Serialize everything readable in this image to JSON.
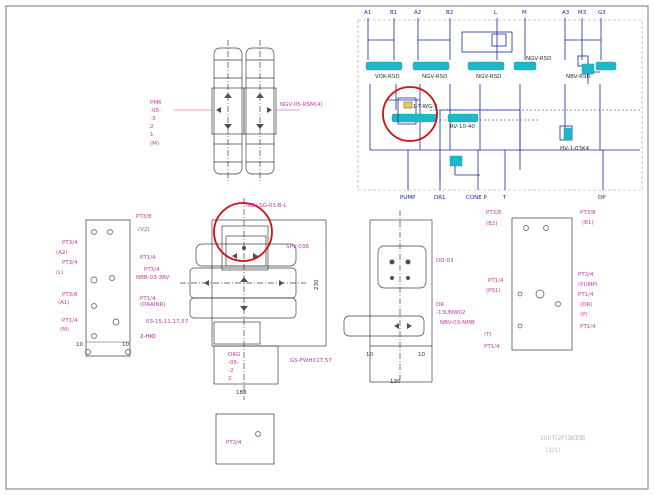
{
  "schematic": {
    "ports_top": [
      "A1",
      "B1",
      "A2",
      "B2",
      "L",
      "M",
      "A3",
      "M3",
      "G3"
    ],
    "ports_bottom": [
      "PUMP",
      "DR1",
      "CONE P",
      "T",
      "DP"
    ],
    "components": {
      "valve_row": [
        "VOK-RSD",
        "NGV-RSD",
        "NGV-RSD",
        "NGV-RSD",
        "NBV-RSD"
      ],
      "module_label": "V-41-T-WG-T",
      "relief_label": "RV-10-40",
      "cartridge": "HV-1-03K4"
    }
  },
  "top_stack": {
    "left_labels": [
      "PM6",
      "-05-",
      "-3",
      "2",
      "1",
      "(M)"
    ],
    "right_label": "NGV-05-RSM(4)"
  },
  "left_block": {
    "labels": [
      "PT3/8",
      "(V2)",
      "PT3/4",
      "(A2)",
      "PT3/4",
      "(L)",
      "PT3/8",
      "(A1)",
      "PT1/4",
      "(M)",
      "PT1/4",
      "(DRAINR)",
      "PT1/4"
    ],
    "bottom": "2-HIO",
    "dims": [
      "10",
      "10"
    ]
  },
  "center_assembly": {
    "top_label": "NBV-SG-03-B-L",
    "right_label": "SPV-03B",
    "label_mid1": "PT3/4",
    "label_mid2": "NBB-03-3RV",
    "side_dim": "230",
    "bottom_labels": [
      "03-15,11,17,57",
      "2-HIO",
      "ORG",
      "-05-",
      "-2",
      "2"
    ],
    "bottom_dim": "188",
    "bottom_right": "GS-FWHX1T,57"
  },
  "right_center": {
    "labels": [
      "DD-03",
      "DR",
      "-13UNW02"
    ],
    "bottom_label": "NBV-03-NMB",
    "dims": [
      "10",
      "10"
    ],
    "bottom_dim": "130"
  },
  "right_block": {
    "labels": [
      "PT3/8",
      "(B2)",
      "PT3/8",
      "(B1)",
      "PT1/4",
      "(PS1)",
      "PT3/4",
      "(PUMP)",
      "PT1/4",
      "(P)",
      "PT1/4",
      "(T)",
      "PT1/4",
      "(DR)"
    ]
  },
  "small_plate": {
    "label": "PT3/4"
  },
  "title_block": {
    "line1": "200T(2F)油压图",
    "line2": "(1/1)"
  },
  "colors": {
    "frame": "#606060",
    "blue": "#1a2a9a",
    "cyan": "#1fb8c8",
    "magenta": "#c03ca0",
    "red_highlight": "#d01010",
    "drawing": "#404040"
  }
}
